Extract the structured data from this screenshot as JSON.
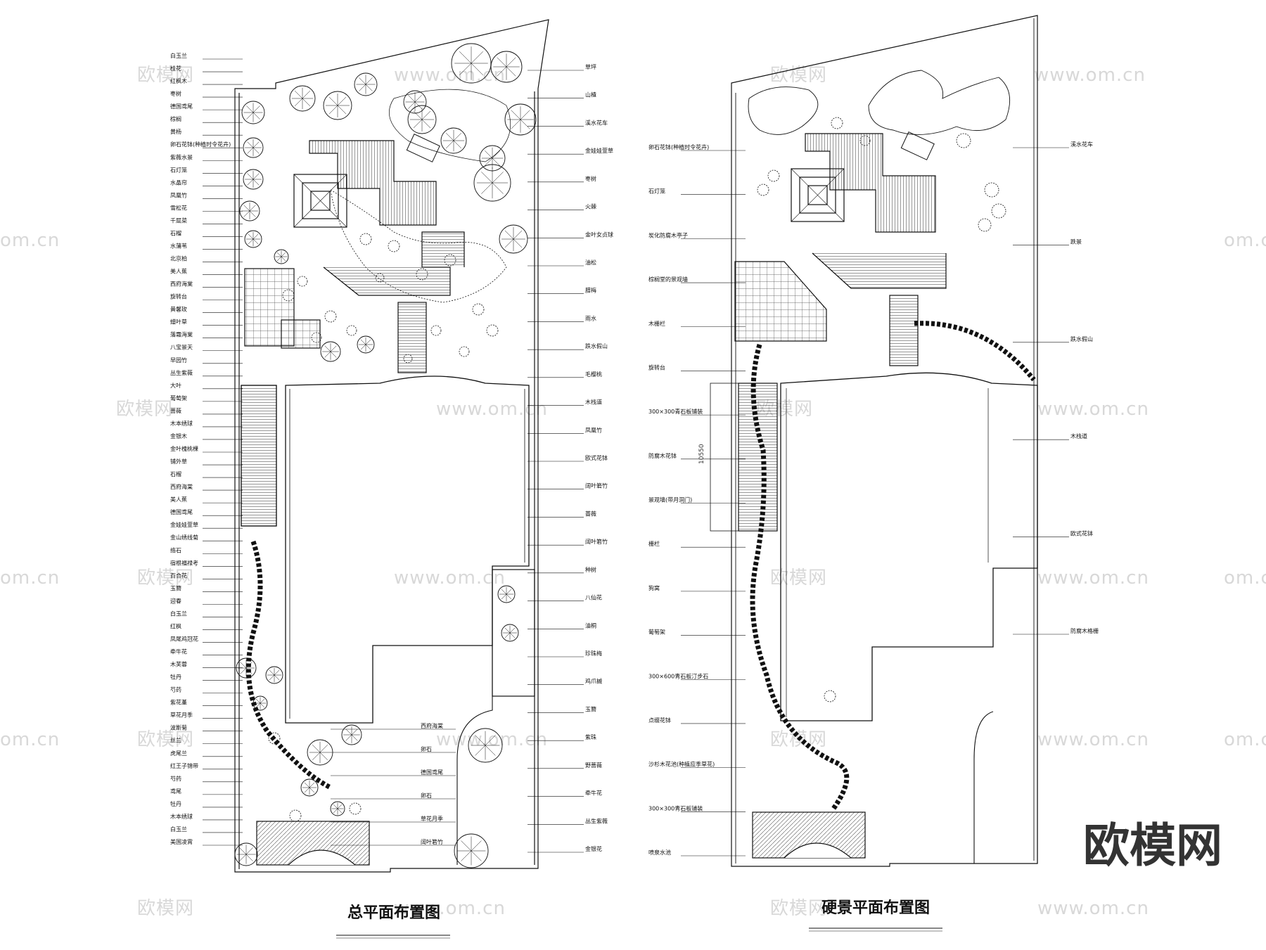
{
  "colors": {
    "line": "#111111",
    "watermark": "#d8d8d8",
    "hatch": "#555555"
  },
  "watermark": {
    "brand_cn": "欧模网",
    "site": "www.om.cn",
    "site_partial": "om.cn",
    "corner_logo": "欧模网"
  },
  "plan_general": {
    "title": "总平面布置图",
    "labels_left": [
      "白玉兰",
      "桂花",
      "红枫木",
      "枣树",
      "德国鸢尾",
      "棕榈",
      "黄杨",
      "卵石花钵(种植时令花卉)",
      "紫薇水景",
      "石灯笼",
      "水晶帘",
      "凤凰竹",
      "雪松花",
      "千屈菜",
      "石榴",
      "水蒲苇",
      "北京柏",
      "美人蕉",
      "西府海棠",
      "旋转台",
      "黄馨玫",
      "蜡叶草",
      "落霜海棠",
      "八宝景天",
      "早园竹",
      "丛生紫薇",
      "大叶",
      "葡萄架",
      "蔷薇",
      "木本绣球",
      "金银木",
      "金叶槐桃棵",
      "铺外草",
      "石榴",
      "西府海棠",
      "美人蕉",
      "德国鸢尾",
      "金娃娃萱草",
      "金山绣线菊",
      "络石",
      "宿根福禄考",
      "百合花",
      "玉簪",
      "迎春",
      "白玉兰",
      "红枫",
      "凤尾鸡冠花",
      "牵牛花",
      "木芙蓉",
      "牡丹",
      "芍药",
      "紫花堇",
      "草花月季",
      "波斯菊",
      "丝兰",
      "虎尾兰",
      "红王子锦带",
      "芍药",
      "鸢尾",
      "牡丹",
      "木本绣球",
      "白玉兰",
      "美国凌霄"
    ],
    "labels_right": [
      "草坪",
      "山楂",
      "溪水花车",
      "金娃娃萱草",
      "枣树",
      "火棘",
      "金叶女贞球",
      "油松",
      "腊梅",
      "雨水",
      "跌水假山",
      "毛樱桃",
      "木栈道",
      "凤凰竹",
      "欧式花钵",
      "阔叶箬竹",
      "蔷薇",
      "阔叶箬竹",
      "种树",
      "八仙花",
      "油桐",
      "珍珠梅",
      "鸡爪槭",
      "玉簪",
      "紫珠",
      "野蔷薇",
      "牵牛花",
      "丛生紫薇",
      "金银花"
    ],
    "labels_bottom": [
      "西府海棠",
      "卵石",
      "德国鸢尾",
      "卵石",
      "草花月季",
      "阔叶箬竹"
    ]
  },
  "plan_hard": {
    "title": "硬景平面布置图",
    "labels_left": [
      "卵石花钵(种植时令花卉)",
      "石灯笼",
      "炭化防腐木亭子",
      "棕榈堂的景观墙",
      "木栅栏",
      "旋转台",
      "300×300青石板铺装",
      "防腐木花钵",
      "景观墙(带月洞门)",
      "栅栏",
      "狗窝",
      "葡萄架",
      "300×600青石板汀步石",
      "点缀花钵",
      "沙杉木花池(种植应季草花)",
      "300×300青石板铺装",
      "喷泉水池"
    ],
    "labels_right": [
      "溪水花车",
      "跌景",
      "跌水假山",
      "木栈道",
      "欧式花钵",
      "防腐木格栅"
    ],
    "dimension": "10550"
  }
}
